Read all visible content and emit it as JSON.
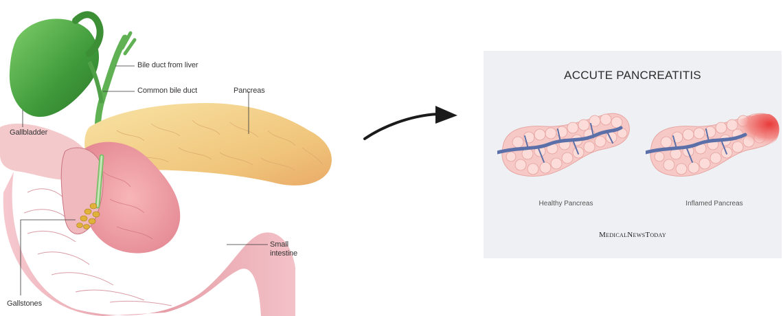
{
  "anatomy": {
    "labels": {
      "bile_duct_from_liver": "Bile duct from liver",
      "common_bile_duct": "Common bile duct",
      "pancreas": "Pancreas",
      "gallbladder": "Gallbladder",
      "small_intestine_line1": "Small",
      "small_intestine_line2": "intestine",
      "gallstones": "Gallstones"
    }
  },
  "panel": {
    "title": "ACCUTE PANCREATITIS",
    "healthy_caption": "Healthy Pancreas",
    "inflamed_caption": "Inflamed Pancreas",
    "brand": "MedicalNewsToday"
  },
  "colors": {
    "gallbladder": "#4caf50",
    "pancreas": "#f3d08a",
    "intestine": "#e8a0a8",
    "vessel": "#5b6fa8",
    "inflamed": "#e83a3a",
    "panel_bg": "#eef0f3"
  }
}
